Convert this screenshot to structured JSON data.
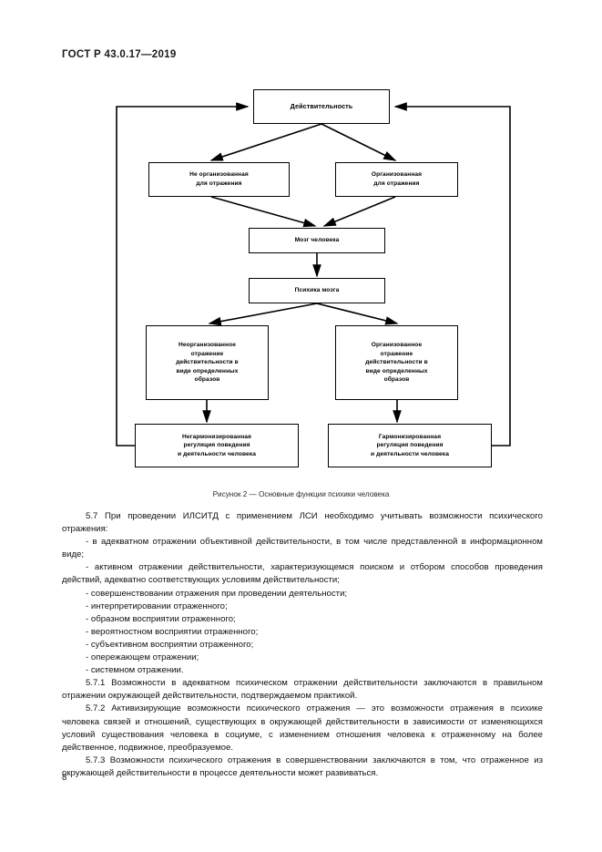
{
  "document": {
    "header": "ГОСТ Р 43.0.17—2019",
    "page_number": "8"
  },
  "figure": {
    "caption": "Рисунок 2 — Основные функции психики человека",
    "nodes": {
      "reality": "Действительность",
      "unorganized_for_reflection_l1": "Не организованная",
      "unorganized_for_reflection_l2": "для отражения",
      "organized_for_reflection_l1": "Организованная",
      "organized_for_reflection_l2": "для отражения",
      "human_brain": "Мозг человека",
      "brain_psyche": "Психика мозга",
      "unorganized_reflection_l1": "Неорганизованное",
      "unorganized_reflection_l2": "отражение",
      "unorganized_reflection_l3": "действительности в",
      "unorganized_reflection_l4": "виде определенных",
      "unorganized_reflection_l5": "образов",
      "organized_reflection_l1": "Организованное",
      "organized_reflection_l2": "отражение",
      "organized_reflection_l3": "действительности в",
      "organized_reflection_l4": "виде определенных",
      "organized_reflection_l5": "образов",
      "ungarmonized_regulation_l1": "Негармонизированная",
      "ungarmonized_regulation_l2": "регуляция поведения",
      "ungarmonized_regulation_l3": "и деятельности человека",
      "garmonized_regulation_l1": "Гармонизированная",
      "garmonized_regulation_l2": "регуляция поведения",
      "garmonized_regulation_l3": "и деятельности человека"
    }
  },
  "body": {
    "p_5_7": "5.7  При проведении ИЛСИТД с применением ЛСИ необходимо учитывать возможности психического отражения:",
    "item_1": "- в адекватном отражении объективной действительности, в том числе представленной в информационном виде;",
    "item_2": "- активном отражении действительности, характеризующемся поиском и отбором способов проведения действий, адекватно соответствующих условиям действительности;",
    "item_3": "- совершенствовании отражения при проведении деятельности;",
    "item_4": "- интерпретировании отраженного;",
    "item_5": "- образном восприятии отраженного;",
    "item_6": "- вероятностном восприятии отраженного;",
    "item_7": "- субъективном восприятии отраженного;",
    "item_8": "- опережающем отражении;",
    "item_9": "- системном отражении.",
    "p_5_7_1": "5.7.1  Возможности в адекватном психическом отражении действительности заключаются в правильном отражении окружающей действительности, подтверждаемом практикой.",
    "p_5_7_2": "5.7.2  Активизирующие возможности психического отражения — это возможности отражения в психике человека связей и отношений, существующих в окружающей действительности в зависимости от изменяющихся условий существования человека в социуме, с изменением отношения человека к отраженному на более действенное, подвижное, преобразуемое.",
    "p_5_7_3": "5.7.3  Возможности психического отражения в совершенствовании заключаются в том, что отраженное из окружающей действительности в процессе деятельности может развиваться."
  },
  "colors": {
    "ink": "#000000",
    "paper": "#ffffff",
    "caption": "#2a2a2a"
  }
}
